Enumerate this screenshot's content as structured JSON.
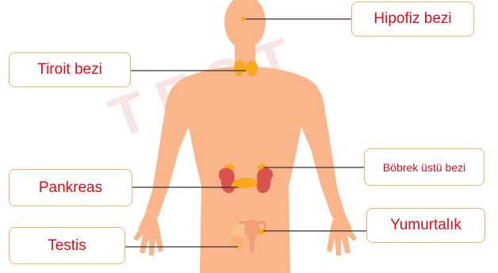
{
  "watermark": "TEST",
  "labels": {
    "hipofiz": "Hipofiz bezi",
    "tiroit": "Tiroit bezi",
    "bobrek": "Böbrek üstü bezi",
    "pankreas": "Pankreas",
    "yumurtalik": "Yumurtalık",
    "testis": "Testis"
  },
  "colors": {
    "skin": "#fbb58a",
    "label_text": "#e30a17",
    "label_border": "#f2b46a",
    "gland": "#f7a81b",
    "kidney": "#d9534f",
    "ovary": "#f2a07a",
    "watermark": "#f7e4e4"
  }
}
